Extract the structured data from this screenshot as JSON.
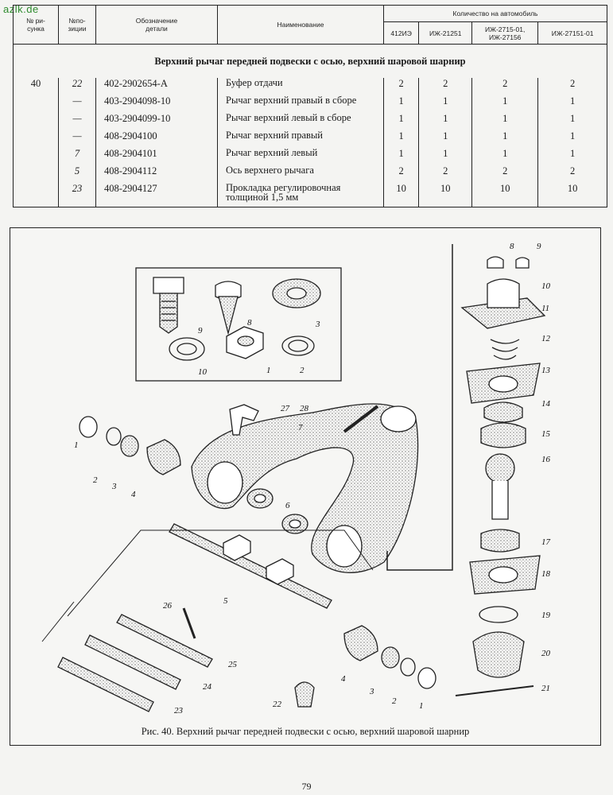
{
  "watermark": "azlk.de",
  "table": {
    "headers": {
      "fig": "№ ри-\nсунка",
      "pos": "№по-\nзиции",
      "designation": "Обозначение\nдетали",
      "name": "Наименование",
      "qty_group": "Количество на автомобиль",
      "models": [
        "412ИЭ",
        "ИЖ-21251",
        "ИЖ-2715-01,\nИЖ-27156",
        "ИЖ-27151-01"
      ]
    },
    "section_title": "Верхний рычаг передней подвески с осью, верхний шаровой шарнир",
    "rows": [
      {
        "fig": "40",
        "pos": "22",
        "designation": "402-2902654-А",
        "name": "Буфер отдачи",
        "q": [
          "2",
          "2",
          "2",
          "2"
        ]
      },
      {
        "fig": "",
        "pos": "—",
        "designation": "403-2904098-10",
        "name": "Рычаг верхний правый в сборе",
        "q": [
          "1",
          "1",
          "1",
          "1"
        ]
      },
      {
        "fig": "",
        "pos": "—",
        "designation": "403-2904099-10",
        "name": "Рычаг верхний левый в сборе",
        "q": [
          "1",
          "1",
          "1",
          "1"
        ]
      },
      {
        "fig": "",
        "pos": "—",
        "designation": "408-2904100",
        "name": "Рычаг верхний правый",
        "q": [
          "1",
          "1",
          "1",
          "1"
        ]
      },
      {
        "fig": "",
        "pos": "7",
        "designation": "408-2904101",
        "name": "Рычаг верхний левый",
        "q": [
          "1",
          "1",
          "1",
          "1"
        ]
      },
      {
        "fig": "",
        "pos": "5",
        "designation": "408-2904112",
        "name": "Ось верхнего рычага",
        "q": [
          "2",
          "2",
          "2",
          "2"
        ]
      },
      {
        "fig": "",
        "pos": "23",
        "designation": "408-2904127",
        "name": "Прокладка регулировочная\nтолщиной 1,5 мм",
        "q": [
          "10",
          "10",
          "10",
          "10"
        ]
      }
    ]
  },
  "figure": {
    "caption": "Рис. 40. Верхний рычаг передней подвески с осью, верхний шаровой шарнир",
    "labels": [
      "1",
      "2",
      "3",
      "4",
      "5",
      "6",
      "7",
      "8",
      "9",
      "10",
      "11",
      "12",
      "13",
      "14",
      "15",
      "16",
      "17",
      "18",
      "19",
      "20",
      "21",
      "22",
      "23",
      "24",
      "25",
      "26",
      "27",
      "28"
    ]
  },
  "page_number": "79"
}
